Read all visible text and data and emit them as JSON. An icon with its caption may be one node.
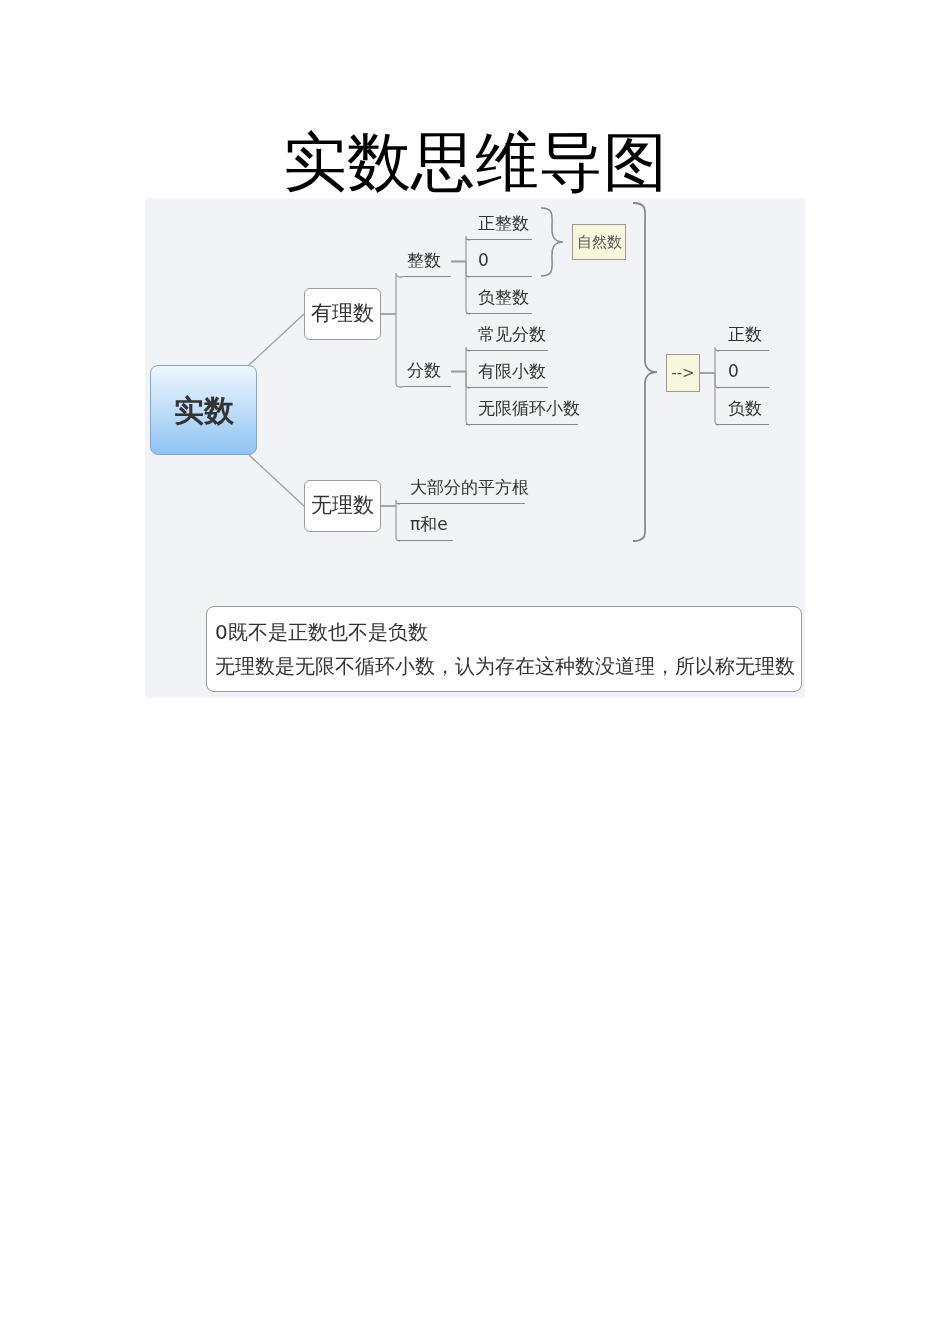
{
  "diagram": {
    "title": "实数思维导图",
    "nodes": [
      {
        "text": [
          "实数"
        ]
      },
      {
        "text": [
          "有理数"
        ]
      },
      {
        "text": [
          "无理数"
        ]
      },
      {
        "text": [
          "整数"
        ]
      },
      {
        "text": [
          "分数"
        ]
      },
      {
        "text": [
          "正整数"
        ]
      },
      {
        "text": [
          "0"
        ]
      },
      {
        "text": [
          "负整数"
        ]
      },
      {
        "text": [
          "常见分数"
        ]
      },
      {
        "text": [
          "有限小数"
        ]
      },
      {
        "text": [
          "无限循环小数"
        ]
      },
      {
        "text": [
          "大部分的平方根"
        ]
      },
      {
        "text": [
          "π和e"
        ]
      },
      {
        "text": [
          "自然数"
        ]
      },
      {
        "text": [
          "-->"
        ]
      },
      {
        "text": [
          "正数"
        ]
      },
      {
        "text": [
          "0"
        ]
      },
      {
        "text": [
          "负数"
        ]
      },
      {
        "text": [
          "0既不是正数也不是负数",
          "无理数是无限不循环小数，认为存在这种数没道理，所以称无理数"
        ]
      }
    ],
    "edges": [
      {
        "from": 0,
        "to": 1,
        "arrow": "none"
      },
      {
        "from": 0,
        "to": 2,
        "arrow": "none"
      },
      {
        "from": 1,
        "to": 3,
        "arrow": "none"
      },
      {
        "from": 1,
        "to": 4,
        "arrow": "none"
      },
      {
        "from": 3,
        "to": 5,
        "arrow": "none"
      },
      {
        "from": 3,
        "to": 6,
        "arrow": "none"
      },
      {
        "from": 3,
        "to": 7,
        "arrow": "none"
      },
      {
        "from": 4,
        "to": 8,
        "arrow": "none"
      },
      {
        "from": 4,
        "to": 9,
        "arrow": "none"
      },
      {
        "from": 4,
        "to": 10,
        "arrow": "none"
      },
      {
        "from": 2,
        "to": 11,
        "arrow": "none"
      },
      {
        "from": 2,
        "to": 12,
        "arrow": "none"
      },
      {
        "from": 14,
        "to": 15,
        "arrow": "none"
      },
      {
        "from": 14,
        "to": 16,
        "arrow": "none"
      },
      {
        "from": 14,
        "to": 17,
        "arrow": "none"
      }
    ]
  }
}
